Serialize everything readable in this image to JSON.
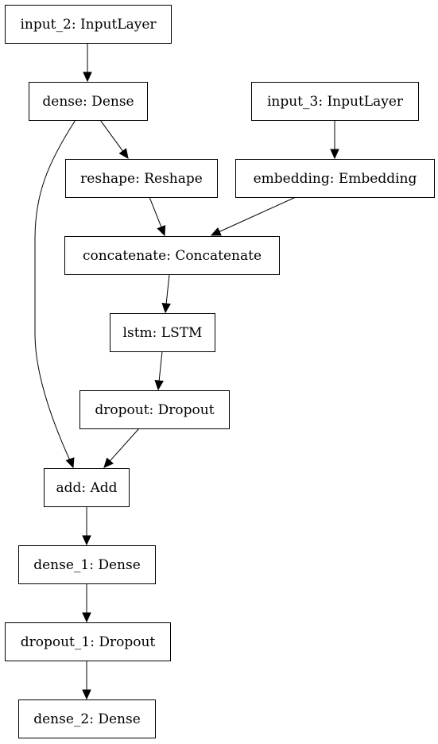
{
  "diagram": {
    "nodes": [
      {
        "id": "input_2",
        "label": "input_2: InputLayer"
      },
      {
        "id": "dense",
        "label": "dense: Dense"
      },
      {
        "id": "input_3",
        "label": "input_3: InputLayer"
      },
      {
        "id": "reshape",
        "label": "reshape: Reshape"
      },
      {
        "id": "embedding",
        "label": "embedding: Embedding"
      },
      {
        "id": "concatenate",
        "label": "concatenate: Concatenate"
      },
      {
        "id": "lstm",
        "label": "lstm: LSTM"
      },
      {
        "id": "dropout",
        "label": "dropout: Dropout"
      },
      {
        "id": "add",
        "label": "add: Add"
      },
      {
        "id": "dense_1",
        "label": "dense_1: Dense"
      },
      {
        "id": "dropout_1",
        "label": "dropout_1: Dropout"
      },
      {
        "id": "dense_2",
        "label": "dense_2: Dense"
      }
    ],
    "edges": [
      {
        "from": "input_2",
        "to": "dense"
      },
      {
        "from": "dense",
        "to": "reshape"
      },
      {
        "from": "dense",
        "to": "add"
      },
      {
        "from": "input_3",
        "to": "embedding"
      },
      {
        "from": "reshape",
        "to": "concatenate"
      },
      {
        "from": "embedding",
        "to": "concatenate"
      },
      {
        "from": "concatenate",
        "to": "lstm"
      },
      {
        "from": "lstm",
        "to": "dropout"
      },
      {
        "from": "dropout",
        "to": "add"
      },
      {
        "from": "add",
        "to": "dense_1"
      },
      {
        "from": "dense_1",
        "to": "dropout_1"
      },
      {
        "from": "dropout_1",
        "to": "dense_2"
      }
    ]
  }
}
